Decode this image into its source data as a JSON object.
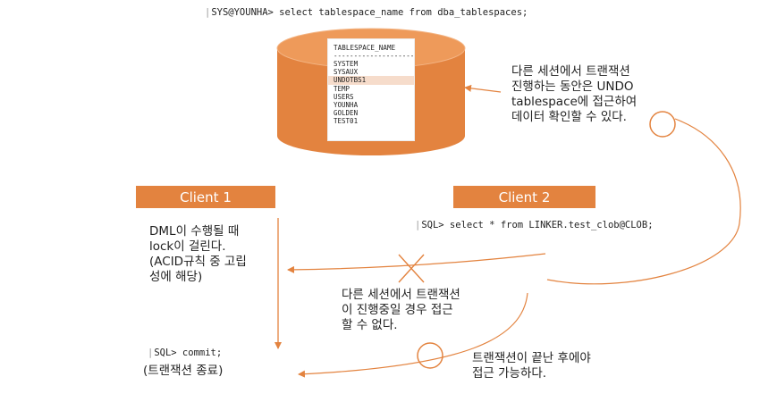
{
  "top_query": "SYS@YOUNHA> select tablespace_name from dba_tablespaces;",
  "tablespace_table": {
    "header": "TABLESPACE_NAME",
    "separator": "------------------------------",
    "rows": [
      "SYSTEM",
      "SYSAUX",
      "UNDOTBS1",
      "TEMP",
      "USERS",
      "YOUNHA",
      "GOLDEN",
      "TEST01"
    ],
    "highlighted_row": "UNDOTBS1"
  },
  "note_undo": [
    "다른 세션에서 트랜잭션",
    "진행하는 동안은 UNDO",
    "tablespace에 접근하여",
    "데이터 확인할 수 있다."
  ],
  "client1": {
    "label": "Client 1",
    "dml_note": [
      "DML이 수행될 때",
      "lock이 걸린다.",
      "(ACID규칙 중 고립",
      "성에 해당)"
    ],
    "commit_sql": "SQL> commit;",
    "commit_note": "(트랜잭션 종료)"
  },
  "client2": {
    "label": "Client 2",
    "query": "SQL> select * from LINKER.test_clob@CLOB;"
  },
  "note_blocked": [
    "다른 세션에서 트랜잭션",
    "이 진행중일 경우 접근",
    "할 수 없다."
  ],
  "note_after_commit": [
    "트랜잭션이 끝난 후에야",
    "접근 가능하다."
  ],
  "colors": {
    "accent": "#e3833f",
    "cylinder_side": "#e3833f",
    "cylinder_top": "#ee9a5a",
    "highlight": "#f6dccb"
  }
}
